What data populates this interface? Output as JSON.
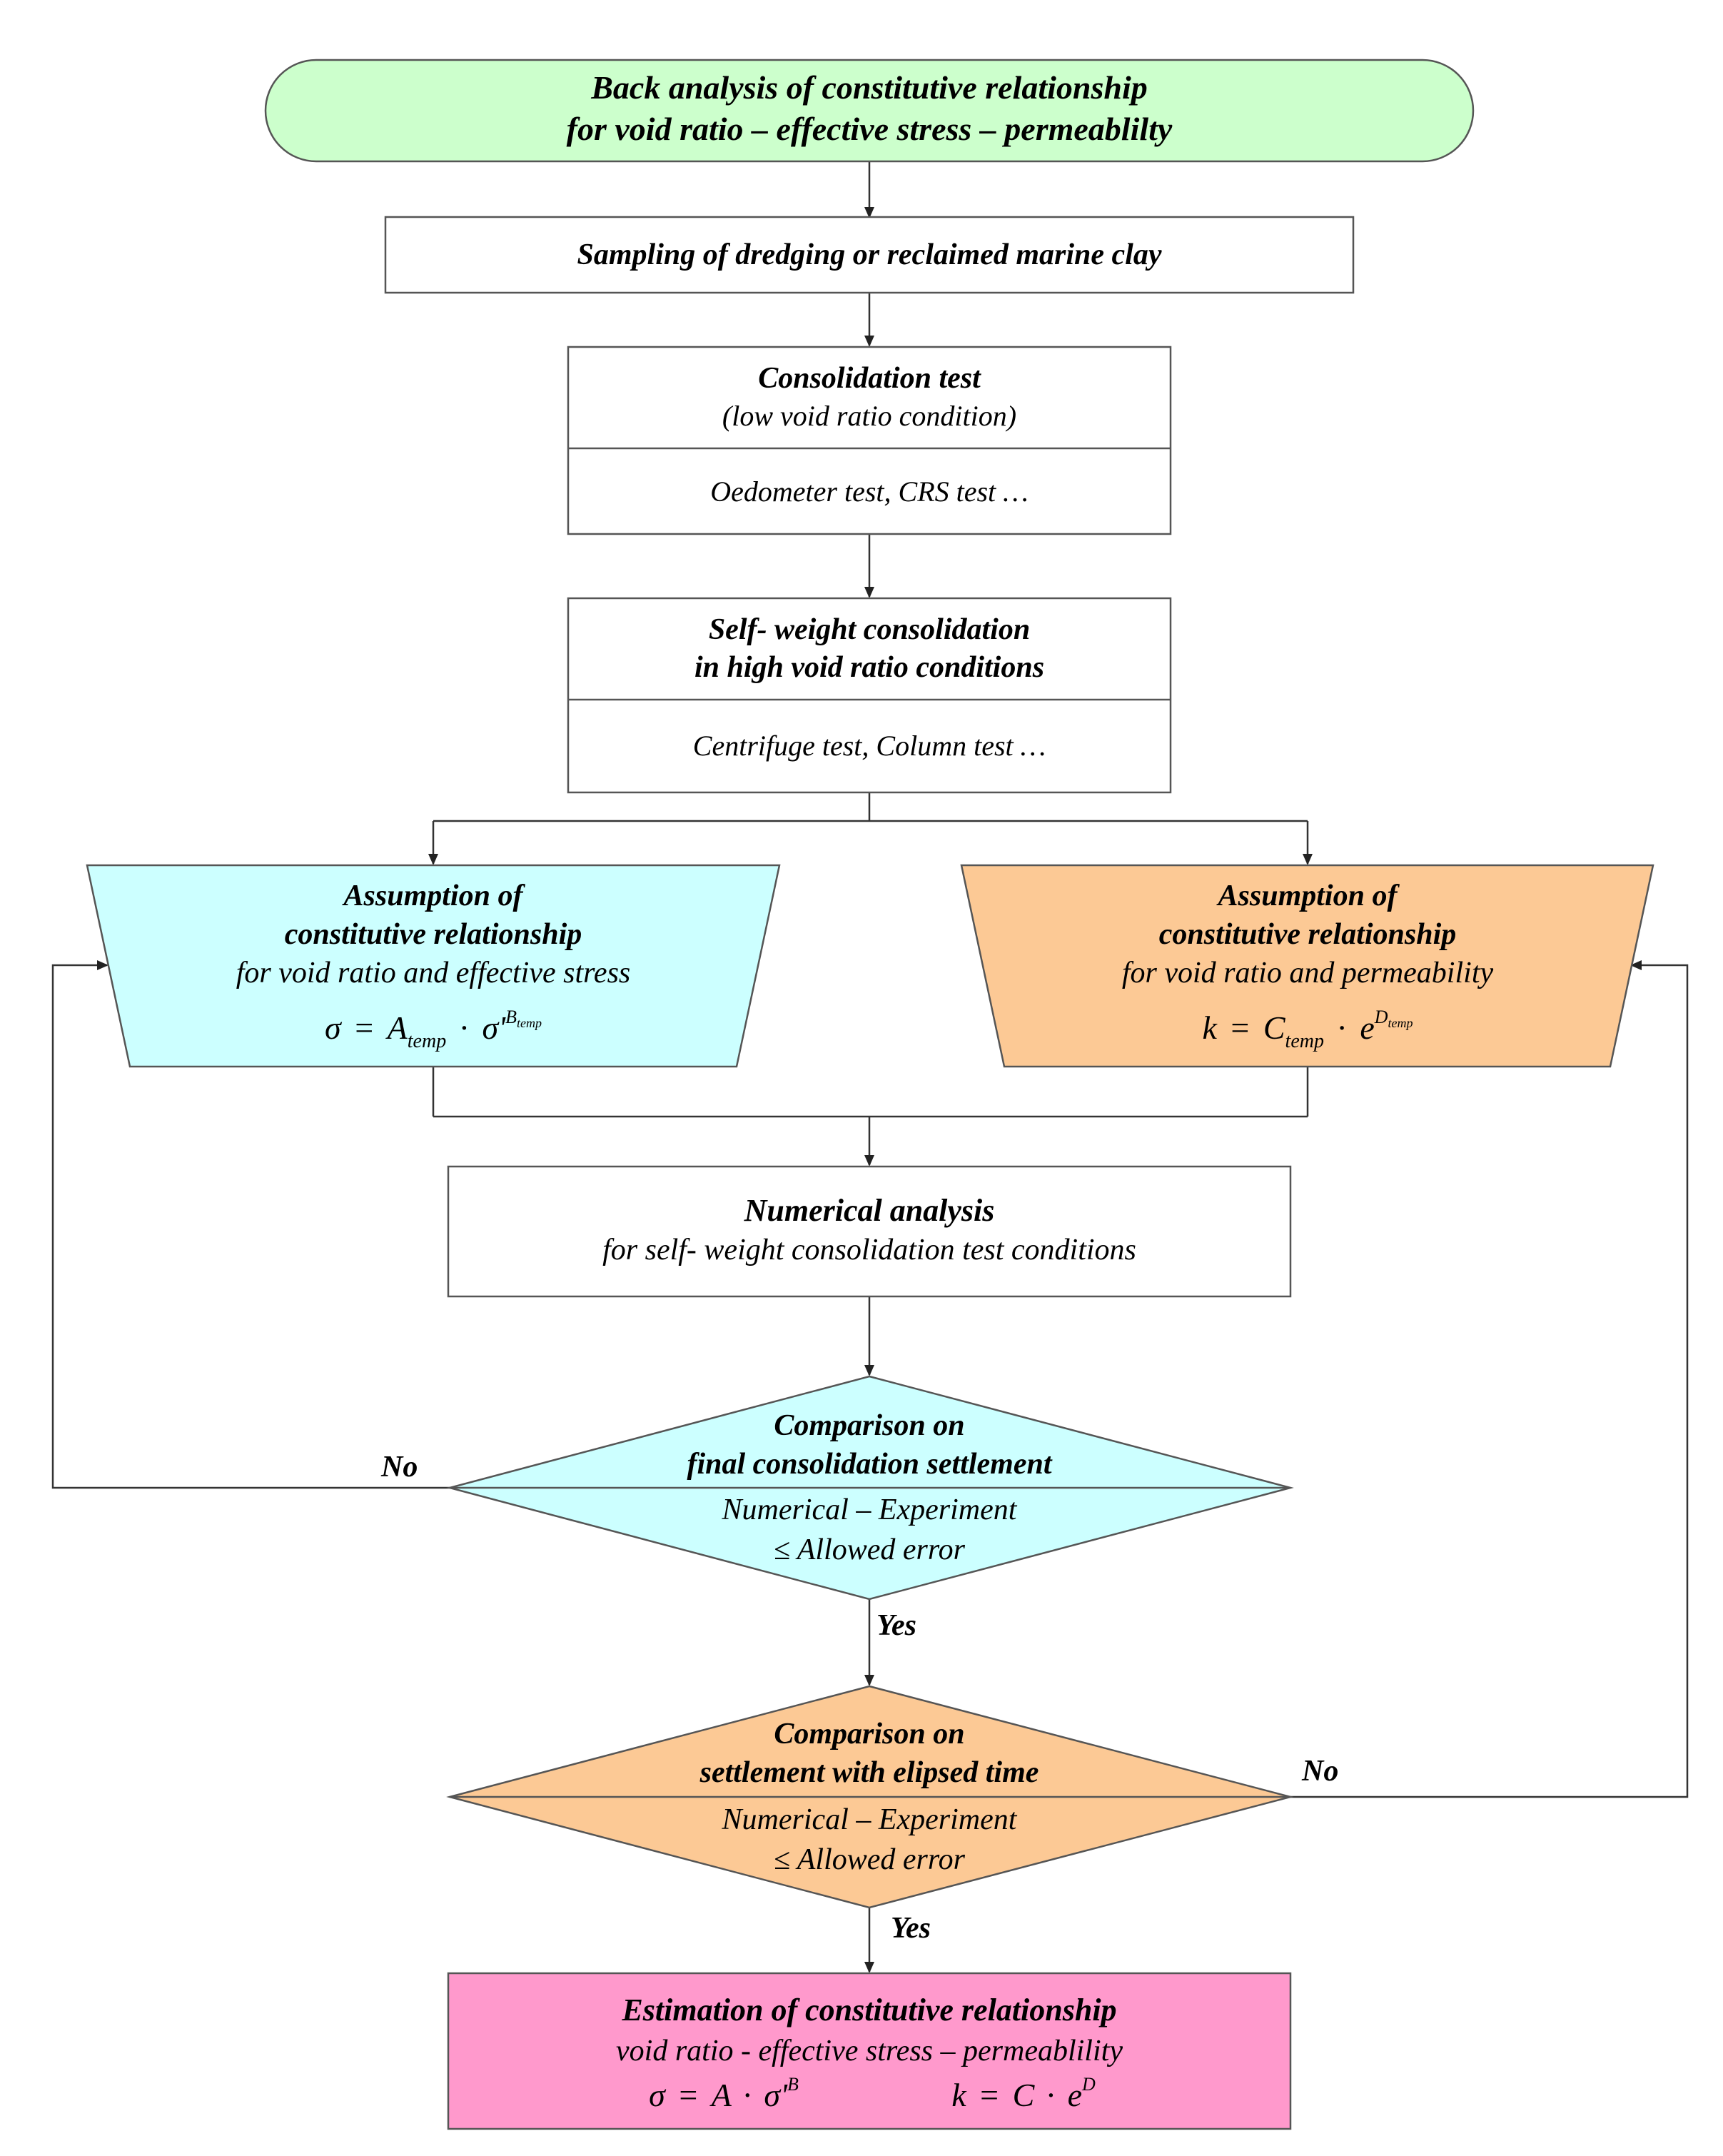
{
  "colors": {
    "start": "#ccffcc",
    "cyan": "#ccffff",
    "orange": "#fcc995",
    "pink": "#ff99cc",
    "white": "#ffffff",
    "stroke": "#555555"
  },
  "start": {
    "line1": "Back analysis of constitutive relationship",
    "line2": "for void ratio – effective stress – permeablilty"
  },
  "sampling": {
    "label": "Sampling of dredging or reclaimed marine clay"
  },
  "consolidation": {
    "title": "Consolidation test",
    "condition": "(low void ratio condition)",
    "tests": "Oedometer test,  CRS test …"
  },
  "self_weight": {
    "line1": "Self- weight consolidation",
    "line2": "in high void ratio conditions",
    "tests": "Centrifuge test,  Column test …"
  },
  "assumption_stress": {
    "line1": "Assumption of",
    "line2": "constitutive relationship",
    "line3": "for void ratio and effective stress",
    "formula": {
      "lhs": "σ",
      "eq": "=",
      "coef": "A",
      "coef_sub": "temp",
      "dot": "·",
      "base": "σ'",
      "exp": "B",
      "exp_sub": "temp"
    }
  },
  "assumption_perm": {
    "line1": "Assumption of",
    "line2": "constitutive relationship",
    "line3": "for void ratio and permeability",
    "formula": {
      "lhs": "k",
      "eq": "=",
      "coef": "C",
      "coef_sub": "temp",
      "dot": "·",
      "base": "e",
      "exp": "D",
      "exp_sub": "temp"
    }
  },
  "numerical": {
    "title": "Numerical analysis",
    "subtitle": "for self- weight consolidation test conditions"
  },
  "decision1": {
    "line1": "Comparison on",
    "line2": "final consolidation settlement",
    "line3": "Numerical – Experiment",
    "line4": "≤ Allowed error",
    "no_label": "No",
    "yes_label": "Yes"
  },
  "decision2": {
    "line1": "Comparison on",
    "line2": "settlement with elipsed time",
    "line3": "Numerical – Experiment",
    "line4": "≤ Allowed error",
    "no_label": "No",
    "yes_label": "Yes"
  },
  "result": {
    "title": "Estimation of constitutive relationship",
    "subtitle": "void ratio -  effective stress – permeablility",
    "formula1": {
      "lhs": "σ",
      "eq": "=",
      "coef": "A",
      "dot": "·",
      "base": "σ'",
      "exp": "B"
    },
    "formula2": {
      "lhs": "k",
      "eq": "=",
      "coef": "C",
      "dot": "·",
      "base": "e",
      "exp": "D"
    }
  }
}
